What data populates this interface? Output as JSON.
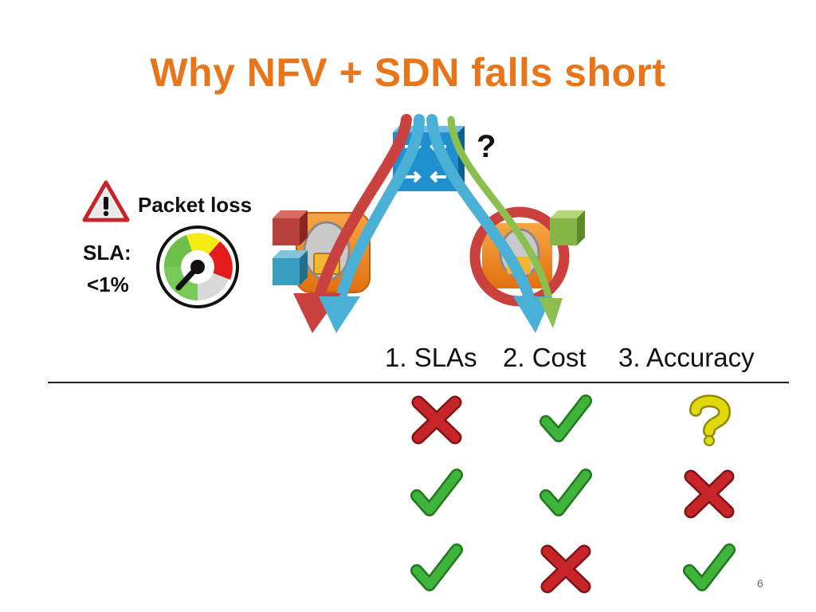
{
  "title": "Why NFV + SDN falls short",
  "warning": {
    "text": "Packet loss",
    "icon": "warning-triangle-icon"
  },
  "sla": {
    "label": "SLA:",
    "value": "<1%"
  },
  "diagram": {
    "unknown_marker": "?",
    "icons": [
      "switch-icon",
      "middlebox-icon",
      "failed-middlebox-icon",
      "gauge-icon"
    ]
  },
  "columns": [
    "1. SLAs",
    "2. Cost",
    "3. Accuracy"
  ],
  "rows": [
    [
      "cross",
      "check",
      "question"
    ],
    [
      "check",
      "check",
      "cross"
    ],
    [
      "check",
      "cross",
      "check"
    ]
  ],
  "colors": {
    "title": "#e8751a",
    "check": "#3fb33b",
    "cross": "#c8252a",
    "question": "#e2d80f",
    "switch": "#1f8fce",
    "middlebox": "#f08a1c"
  },
  "page_number": "6"
}
